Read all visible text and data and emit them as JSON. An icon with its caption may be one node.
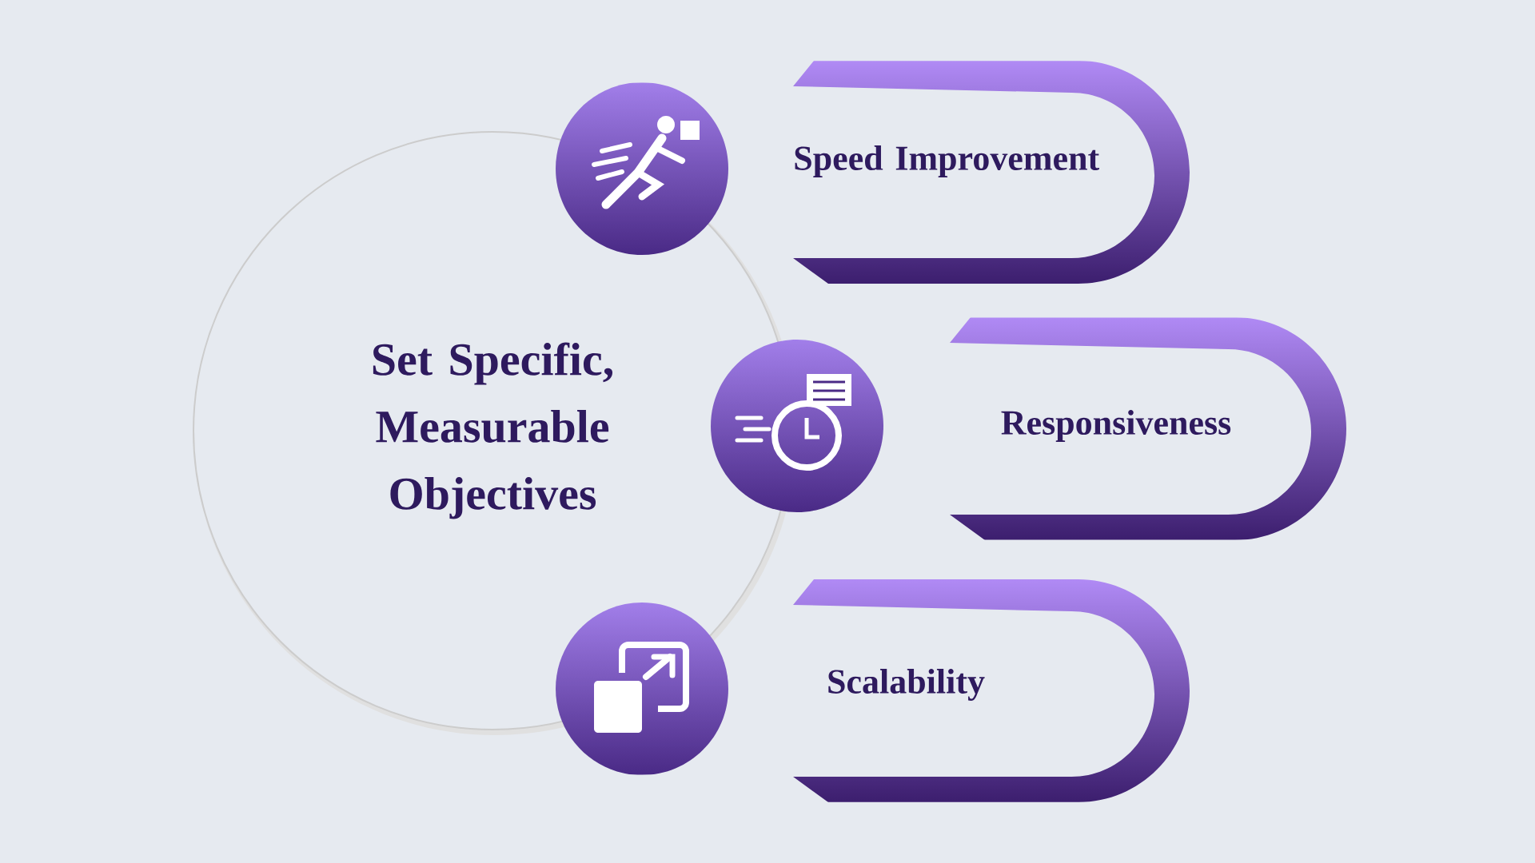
{
  "diagram": {
    "nodes": [
      {
        "text": [
          "Set Specific, Measurable Objectives"
        ]
      },
      {
        "text": [
          "Speed Improvement"
        ]
      },
      {
        "text": [
          "Responsiveness"
        ]
      },
      {
        "text": [
          "Scalability"
        ]
      }
    ]
  }
}
